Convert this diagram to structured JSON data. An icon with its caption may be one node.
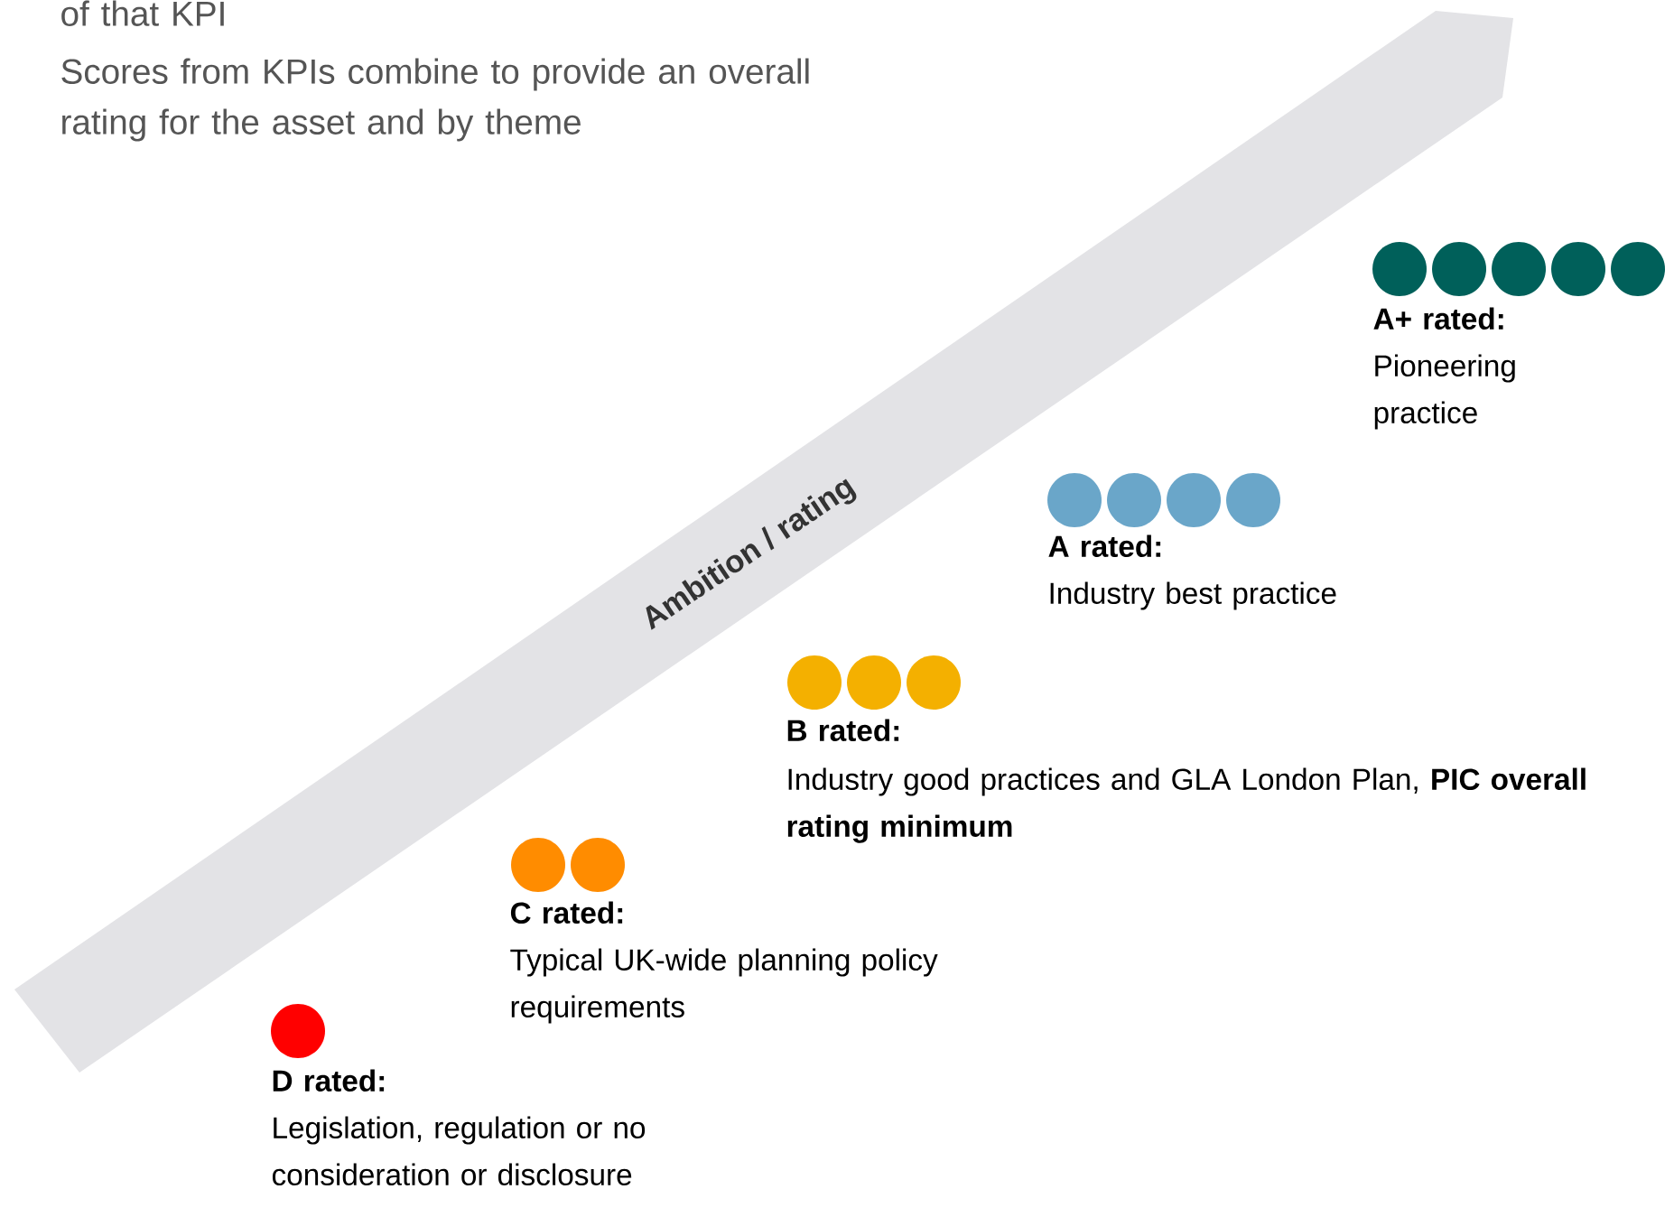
{
  "diagram": {
    "labels": [
      "of that KPI",
      "Scores from KPIs combine to provide an overall rating for the asset and by theme",
      "Ambition / rating",
      "A+ rated:",
      "Pioneering practice",
      "A rated:",
      "Industry best practice",
      "B rated:",
      "Industry good practices and GLA London Plan, **PIC overall rating minimum**",
      "C rated:",
      "Typical UK-wide planning policy requirements",
      "D rated:",
      "Legislation, regulation or no consideration or disclosure"
    ]
  }
}
